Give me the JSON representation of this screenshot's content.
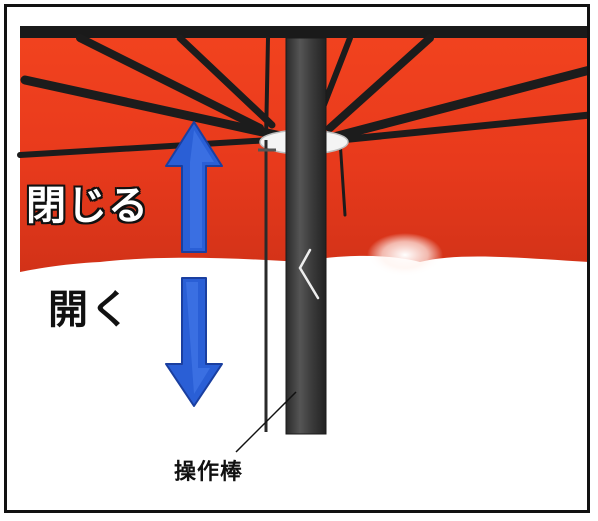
{
  "labels": {
    "close": "閉じる",
    "open": "開く",
    "operating_rod": "操作棒"
  },
  "colors": {
    "canopy_red": "#e8391d",
    "arrow_blue": "#2a5fd6",
    "rod": "#3a3a3a",
    "frame": "#111111"
  },
  "icons": {
    "up_arrow": "arrow-up-icon",
    "down_arrow": "arrow-down-icon"
  }
}
